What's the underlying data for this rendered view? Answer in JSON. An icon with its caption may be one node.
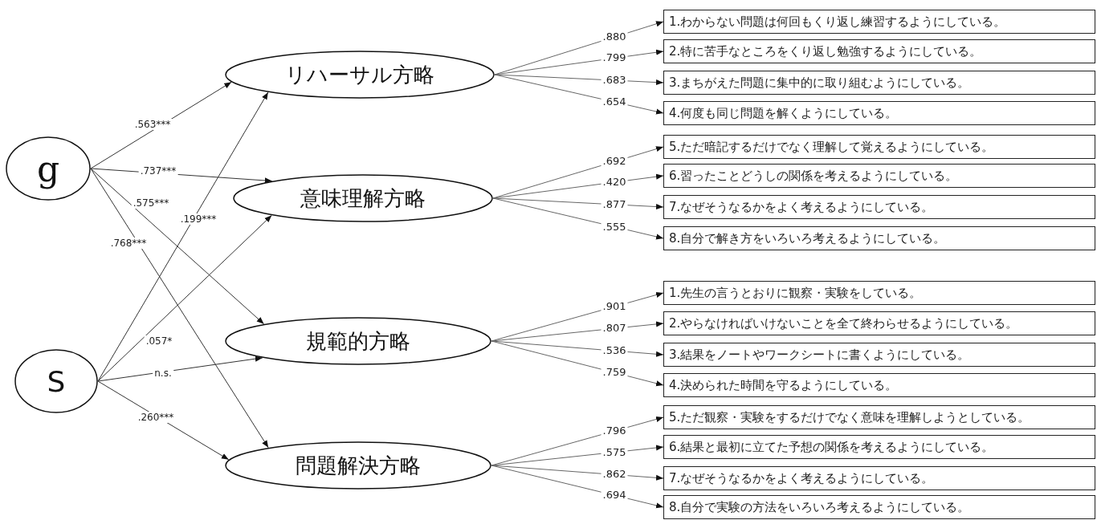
{
  "diagram": {
    "nodes": [
      {
        "text": [
          "g"
        ]
      },
      {
        "text": [
          "S"
        ]
      },
      {
        "text": [
          "リハーサル方略"
        ]
      },
      {
        "text": [
          "意味理解方略"
        ]
      },
      {
        "text": [
          "規範的方略"
        ]
      },
      {
        "text": [
          "問題解決方略"
        ]
      },
      {
        "text": [
          "1.わからない問題は何回もくり返し練習するようにしている。"
        ]
      },
      {
        "text": [
          "2.特に苦手なところをくり返し勉強するようにしている。"
        ]
      },
      {
        "text": [
          "3.まちがえた問題に集中的に取り組むようにしている。"
        ]
      },
      {
        "text": [
          "4.何度も同じ問題を解くようにしている。"
        ]
      },
      {
        "text": [
          "5.ただ暗記するだけでなく理解して覚えるようにしている。"
        ]
      },
      {
        "text": [
          "6.習ったことどうしの関係を考えるようにしている。"
        ]
      },
      {
        "text": [
          "7.なぜそうなるかをよく考えるようにしている。"
        ]
      },
      {
        "text": [
          "8.自分で解き方をいろいろ考えるようにしている。"
        ]
      },
      {
        "text": [
          "1.先生の言うとおりに観察・実験をしている。"
        ]
      },
      {
        "text": [
          "2.やらなければいけないことを全て終わらせるようにしている。"
        ]
      },
      {
        "text": [
          "3.結果をノートやワークシートに書くようにしている。"
        ]
      },
      {
        "text": [
          "4.決められた時間を守るようにしている。"
        ]
      },
      {
        "text": [
          "5.ただ観察・実験をするだけでなく意味を理解しようとしている。"
        ]
      },
      {
        "text": [
          "6.結果と最初に立てた予想の関係を考えるようにしている。"
        ]
      },
      {
        "text": [
          "7.なぜそうなるかをよく考えるようにしている。"
        ]
      },
      {
        "text": [
          "8.自分で実験の方法をいろいろ考えるようにしている。"
        ]
      }
    ],
    "edges": [
      {
        "from": 0,
        "to": 2,
        "arrow": "to",
        "label": ".563***"
      },
      {
        "from": 0,
        "to": 3,
        "arrow": "to",
        "label": ".737***"
      },
      {
        "from": 0,
        "to": 4,
        "arrow": "to",
        "label": ".575***"
      },
      {
        "from": 0,
        "to": 5,
        "arrow": "to",
        "label": ".768***"
      },
      {
        "from": 1,
        "to": 2,
        "arrow": "to",
        "label": ".199***"
      },
      {
        "from": 1,
        "to": 3,
        "arrow": "to",
        "label": ".057*"
      },
      {
        "from": 1,
        "to": 4,
        "arrow": "to",
        "label": "n.s."
      },
      {
        "from": 1,
        "to": 5,
        "arrow": "to",
        "label": ".260***"
      },
      {
        "from": 2,
        "to": 6,
        "arrow": "to",
        "label": ".880"
      },
      {
        "from": 2,
        "to": 7,
        "arrow": "to",
        "label": ".799"
      },
      {
        "from": 2,
        "to": 8,
        "arrow": "to",
        "label": ".683"
      },
      {
        "from": 2,
        "to": 9,
        "arrow": "to",
        "label": ".654"
      },
      {
        "from": 3,
        "to": 10,
        "arrow": "to",
        "label": ".692"
      },
      {
        "from": 3,
        "to": 11,
        "arrow": "to",
        "label": ".420"
      },
      {
        "from": 3,
        "to": 12,
        "arrow": "to",
        "label": ".877"
      },
      {
        "from": 3,
        "to": 13,
        "arrow": "to",
        "label": ".555"
      },
      {
        "from": 4,
        "to": 14,
        "arrow": "to",
        "label": ".901"
      },
      {
        "from": 4,
        "to": 15,
        "arrow": "to",
        "label": ".807"
      },
      {
        "from": 4,
        "to": 16,
        "arrow": "to",
        "label": ".536"
      },
      {
        "from": 4,
        "to": 17,
        "arrow": "to",
        "label": ".759"
      },
      {
        "from": 5,
        "to": 18,
        "arrow": "to",
        "label": ".796"
      },
      {
        "from": 5,
        "to": 19,
        "arrow": "to",
        "label": ".575"
      },
      {
        "from": 5,
        "to": 20,
        "arrow": "to",
        "label": ".862"
      },
      {
        "from": 5,
        "to": 21,
        "arrow": "to",
        "label": ".694"
      }
    ]
  }
}
